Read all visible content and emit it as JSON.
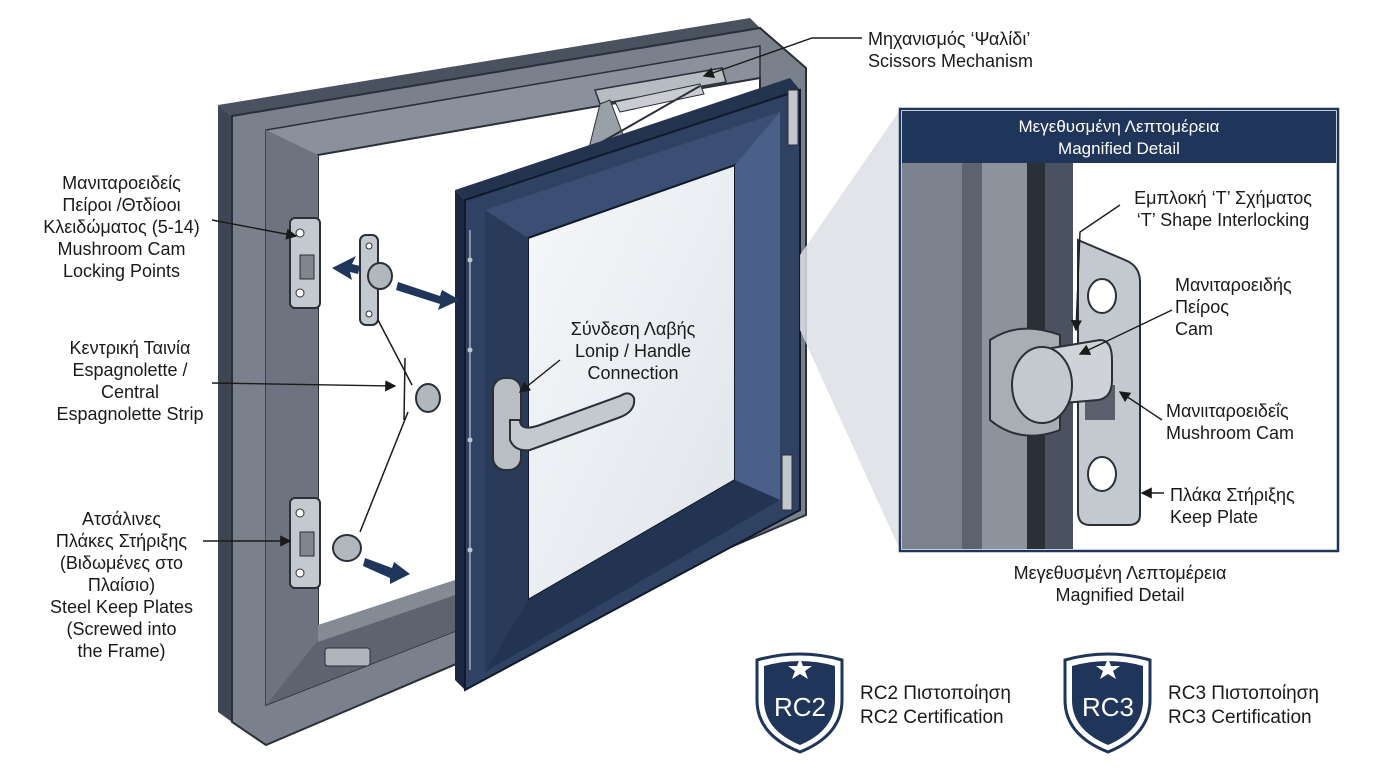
{
  "labels": {
    "scissors": {
      "line1": "Μηχανισμός ‘Ψαλίδι’",
      "line2": "Scissors Mechanism"
    },
    "mushroom_points": {
      "line1": "Μανιταροειδείς",
      "line2": "Πείροι /Θτδίοοι",
      "line3": "Κλειδώματος (5-14)",
      "line4": "Mushroom Cam",
      "line5": "Locking Points"
    },
    "espagnolette": {
      "line1": "Κεντρική Ταινία",
      "line2": "Espagnolette /",
      "line3": "Central",
      "line4": "Espagnolette Strip"
    },
    "keep_plates": {
      "line1": "Ατσάλινες",
      "line2": "Πλάκες Στήριξης",
      "line3": "(Βιδωμένες στο",
      "line4": "Πλαίσιο)",
      "line5": "Steel Keep Plates",
      "line6": "(Screwed into",
      "line7": "the Frame)"
    },
    "handle": {
      "line1": "Σύνδεση Λαβής",
      "line2": "Lonip / Handle",
      "line3": "Connection"
    }
  },
  "detail": {
    "header_gr": "Μεγεθυσμένη Λεπτομέρεια",
    "header_en": "Magnified Detail",
    "t_shape": {
      "line1": "Εμπλοκή ‘Τ’ Σχήματος",
      "line2": "‘T’ Shape Interlocking"
    },
    "cam": {
      "line1": "Μανιταροειδής",
      "line2": "Πείρος",
      "line3": "Cam"
    },
    "mushroom_cam": {
      "line1": "Μανιιταροειδεΐς",
      "line2": "Mushroom Cam"
    },
    "keep_plate": {
      "line1": "Πλάκα Στήριξης",
      "line2": "Keep Plate"
    },
    "caption_gr": "Μεγεθυσμένη Λεπτομέρεια",
    "caption_en": "Magnified Detail"
  },
  "certs": [
    {
      "badge": "RC2",
      "line1": "RC2 Πιστοποίηση",
      "line2": "RC2 Certification"
    },
    {
      "badge": "RC3",
      "line1": "RC3 Πιστοποίηση",
      "line2": "RC3 Certification"
    }
  ],
  "colors": {
    "frame": "#6e7682",
    "sash": "#2c3d5c",
    "navy": "#1f355a",
    "metal": "#9aa0a8",
    "glass": "#eef1f4"
  }
}
